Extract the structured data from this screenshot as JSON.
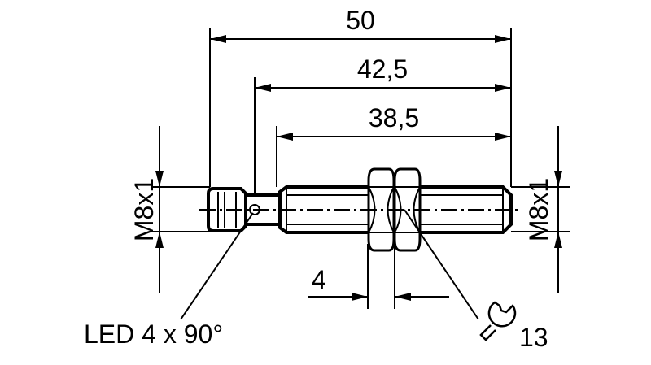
{
  "dimensions": {
    "overall_length": "50",
    "length_from_led": "42,5",
    "thread_length": "38,5",
    "thread_left": "M8x1",
    "thread_right": "M8x1",
    "nut_thickness": "4",
    "wrench_size": "13"
  },
  "labels": {
    "led": "LED 4 x 90°"
  },
  "colors": {
    "line": "#000000",
    "background": "#ffffff"
  }
}
